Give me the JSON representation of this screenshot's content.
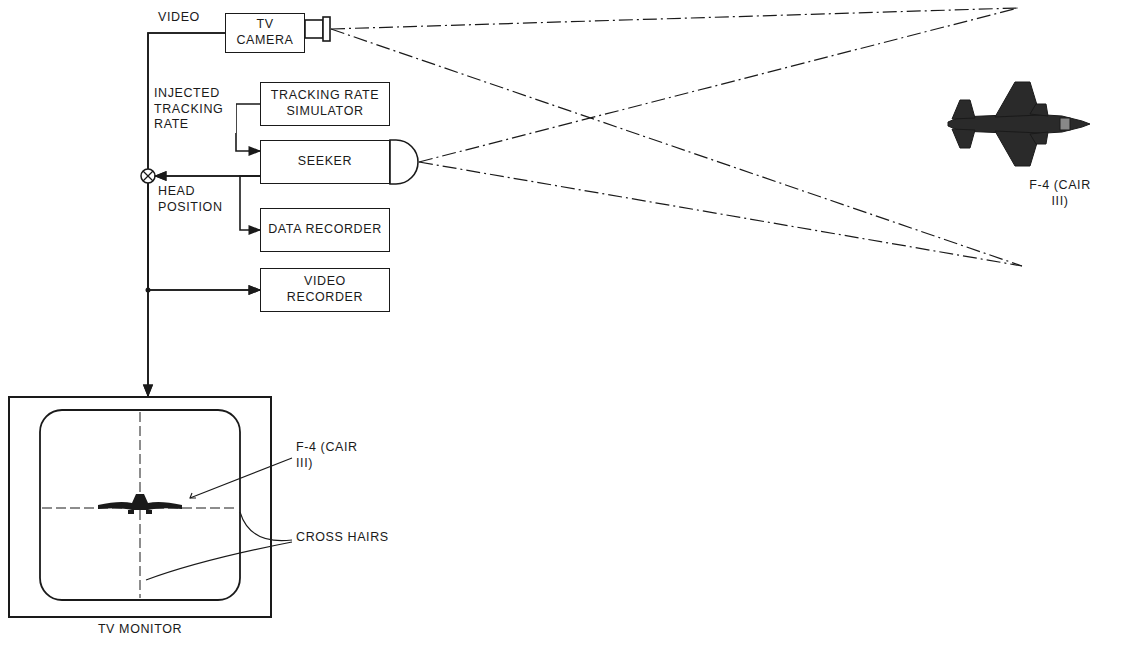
{
  "diagram": {
    "nodes": [
      {
        "text": [
          "TV CAMERA"
        ]
      },
      {
        "text": [
          "TRACKING RATE SIMULATOR"
        ]
      },
      {
        "text": [
          "SEEKER"
        ]
      },
      {
        "text": [
          "DATA RECORDER"
        ]
      },
      {
        "text": [
          "VIDEO RECORDER"
        ]
      },
      {
        "text": [
          "TV MONITOR"
        ]
      }
    ],
    "edges": [
      {
        "from": 0,
        "to": 5,
        "arrow": "to",
        "label": "VIDEO"
      },
      {
        "from": 1,
        "to": 2,
        "arrow": "to",
        "label": "INJECTED TRACKING RATE"
      },
      {
        "from": 2,
        "to": 5,
        "arrow": "to",
        "label": "HEAD POSITION"
      },
      {
        "from": 2,
        "to": 3,
        "arrow": "to"
      },
      {
        "from": 0,
        "to": 4,
        "arrow": "to"
      },
      {
        "from": 2,
        "to": 4,
        "arrow": "to"
      }
    ],
    "labels": [
      "F-4 (CAIR III)",
      "F-4 (CAIR III)",
      "CROSS HAIRS"
    ]
  }
}
